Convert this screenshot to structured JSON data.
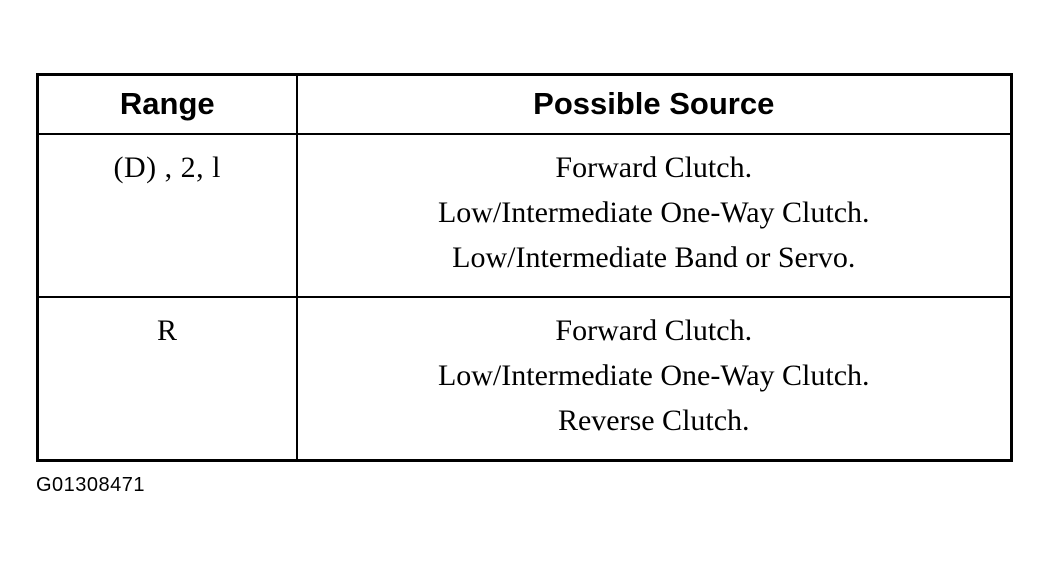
{
  "figure": {
    "caption": "G01308471"
  },
  "table": {
    "columns": [
      {
        "id": "range",
        "header": "Range"
      },
      {
        "id": "source",
        "header": "Possible Source"
      }
    ],
    "rows": [
      {
        "range": "(D) , 2, l",
        "source_lines": [
          "Forward Clutch.",
          "Low/Intermediate One-Way Clutch.",
          "Low/Intermediate Band or Servo."
        ]
      },
      {
        "range": "R",
        "source_lines": [
          "Forward Clutch.",
          "Low/Intermediate One-Way Clutch.",
          "Reverse Clutch."
        ]
      }
    ]
  },
  "colors": {
    "background": "#ffffff",
    "ink": "#000000",
    "border": "#000000"
  }
}
